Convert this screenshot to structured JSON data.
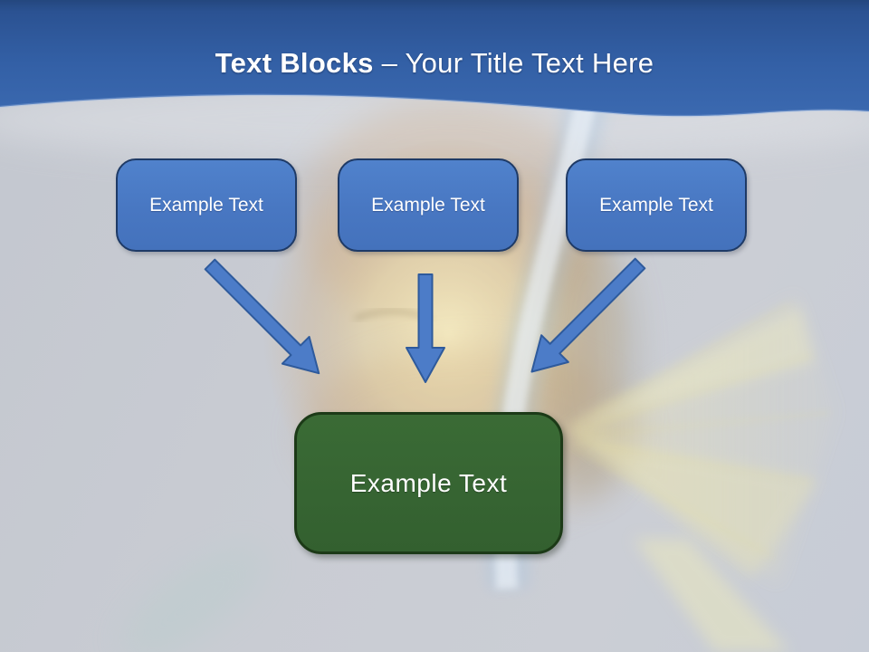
{
  "slide": {
    "title": {
      "primary": "Text Blocks",
      "secondary": "– Your Title Text Here"
    },
    "blocks": [
      {
        "label": "Example Text"
      },
      {
        "label": "Example Text"
      },
      {
        "label": "Example Text"
      }
    ],
    "result_block": {
      "label": "Example Text"
    },
    "icons": {
      "left_arrow": "down-right-arrow-icon",
      "center_arrow": "down-arrow-icon",
      "right_arrow": "down-left-arrow-icon"
    },
    "colors": {
      "header_blue_top": "#24477E",
      "header_blue_bottom": "#3B69B0",
      "block_fill": "#4B7AC5",
      "block_border": "#1E3A66",
      "arrow_fill": "#4C7CC8",
      "arrow_border": "#2E5A9C",
      "result_fill": "#366432",
      "result_border": "#1C3A17",
      "background_gray": "#C9CCD3",
      "text_white": "#FFFFFF"
    }
  }
}
